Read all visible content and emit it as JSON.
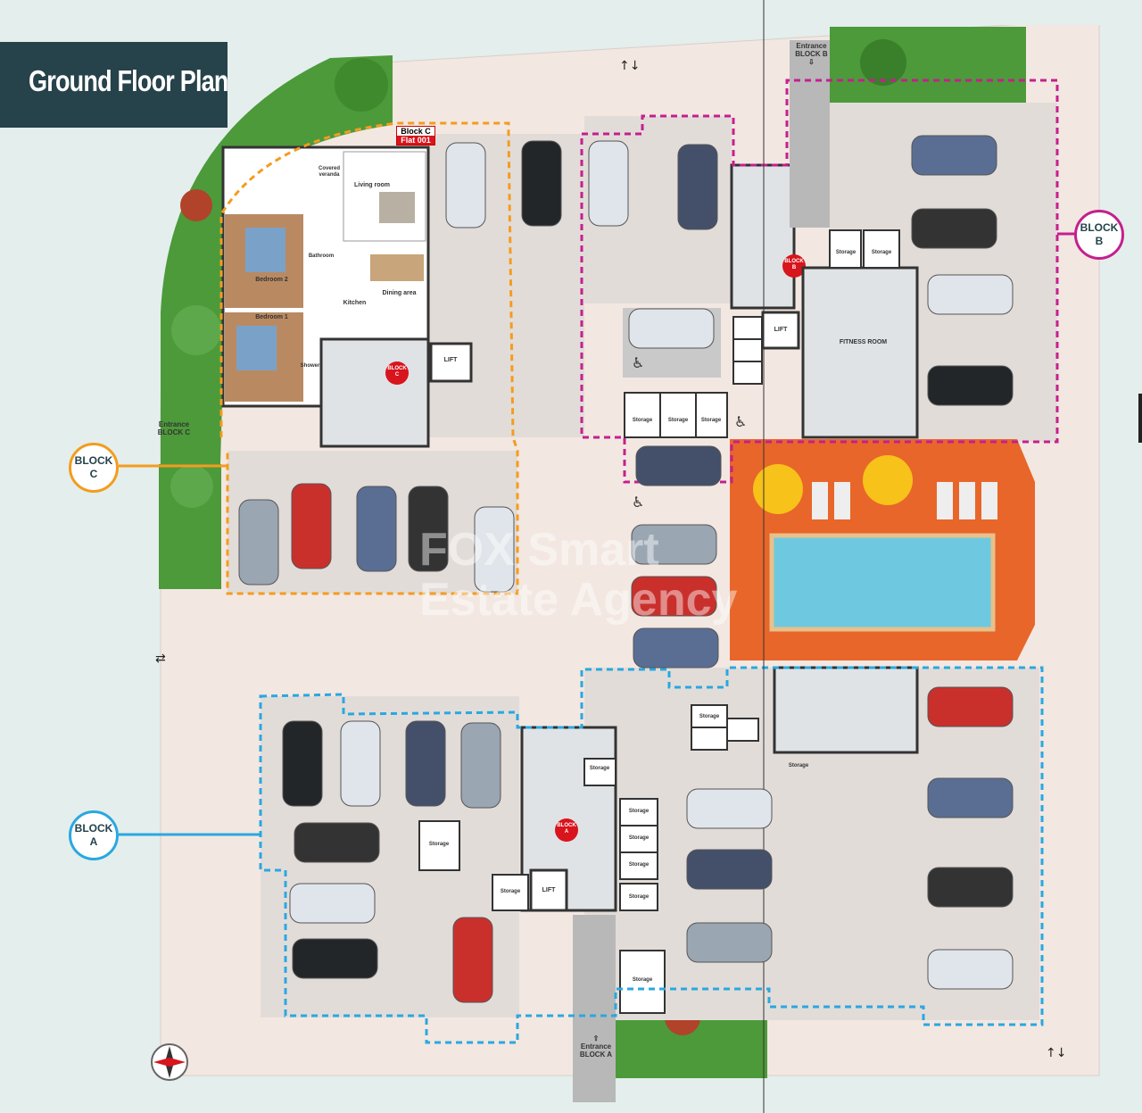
{
  "title": "Ground Floor Plan",
  "blocks": {
    "a": {
      "badge_line1": "BLOCK",
      "badge_line2": "A",
      "core_label": "BLOCK A"
    },
    "b": {
      "badge_line1": "BLOCK",
      "badge_line2": "B",
      "core_label": "BLOCK B"
    },
    "c": {
      "badge_line1": "BLOCK",
      "badge_line2": "C",
      "core_label": "BLOCK C"
    }
  },
  "flat": {
    "line1": "Block C",
    "line2": "Flat 001"
  },
  "entrances": {
    "a": {
      "line1": "Entrance",
      "line2": "BLOCK A"
    },
    "b": {
      "line1": "Entrance",
      "line2": "BLOCK B"
    },
    "c": {
      "line1": "Entrance",
      "line2": "BLOCK C"
    }
  },
  "rooms": {
    "living": "Living room",
    "dining": "Dining area",
    "kitchen": "Kitchen",
    "bedroom1": "Bedroom 1",
    "bedroom2": "Bedroom 2",
    "bathroom": "Bathroom",
    "shower": "Shower",
    "veranda": "Covered veranda",
    "fitness": "FITNESS ROOM",
    "lift": "LIFT",
    "storage": "Storage"
  },
  "watermark": {
    "line1": "FOX Smart",
    "line2": "Estate Agency"
  },
  "colors": {
    "block_a": "#29a8e0",
    "block_b": "#c4208e",
    "block_c": "#f39c1f",
    "title_bg": "#26424a",
    "paving": "#f3e7e1",
    "parking": "#e2dcd9",
    "pool_deck": "#e8662a",
    "pool_water": "#6ec9e0",
    "garden": "#4c9a3a"
  },
  "icons": [
    "compass-icon",
    "wheelchair-icon",
    "two-way-arrow-icon",
    "entrance-arrow-icon",
    "umbrella-icon"
  ]
}
